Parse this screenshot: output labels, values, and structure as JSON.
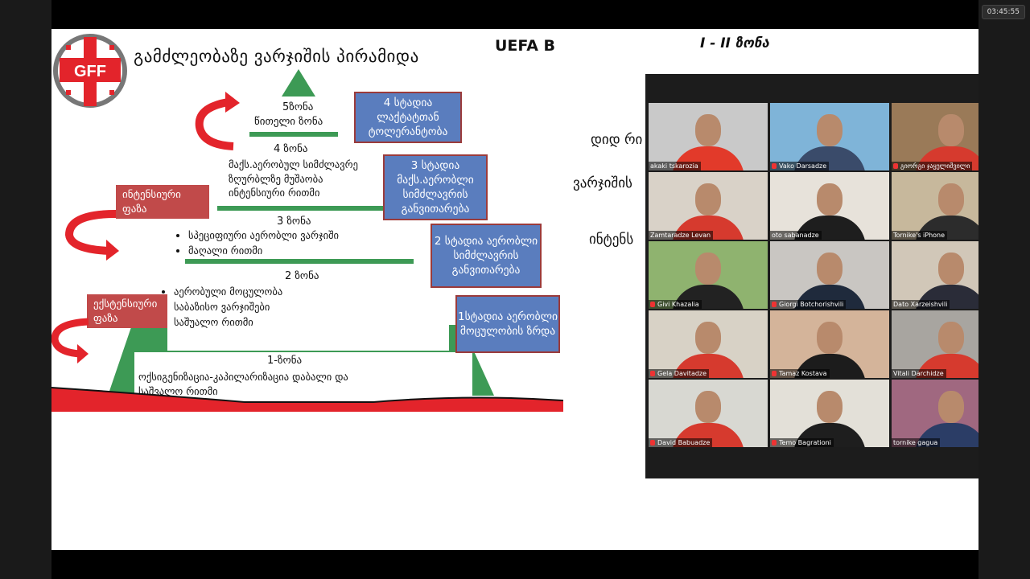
{
  "clock": "03:45:55",
  "slide": {
    "title": "გამძლეობაზე ვარჯიშის პირამიდა",
    "uefa": "UEFA B",
    "logo_text": "GFF",
    "zone5": {
      "label": "5ზონა",
      "sub": "წითელი ზონა"
    },
    "zone4": {
      "label": "4 ზონა",
      "lines": [
        "მაქს.აერობულ სიმძლავრე",
        "ზღურბლზე მუშაობა",
        "ინტენსიური რითმი"
      ]
    },
    "zone3": {
      "label": "3 ზონა",
      "bullets": [
        "სპეციფიური აერობლი ვარჯიში",
        "მაღალი რითმი"
      ]
    },
    "zone2": {
      "label": "2 ზონა",
      "bullets": [
        "აერობული მოცულობა",
        "საბაზისო ვარჯიშები",
        "საშუალო რითმი"
      ]
    },
    "zone1": {
      "label": "1-ზონა",
      "line1": "ოქსიგენიზაცია-კაპილარიზაცია დაბალი და",
      "line2": "საშვალო რითმი"
    },
    "phase_intensive": "ინტენსიური ფაზა",
    "phase_extensive": "ექსტენსიური ფაზა",
    "stage4": "4 სტადია ლაქტატთან ტოლერანტობა",
    "stage3": "3 სტადია მაქს.აერობლი სიმძლავრის განვითარება",
    "stage2": "2 სტადია აერობლი სიმძლავრის განვითარება",
    "stage1": "1სტადია აერობლი მოცულობის ზრდა"
  },
  "right_slide": {
    "title": "I - II ზონა",
    "fragments": [
      "დიდ რი",
      "ვარჯიშის",
      "ინტენს"
    ]
  },
  "participants": [
    {
      "name": "akaki tskarozia",
      "muted": false
    },
    {
      "name": "Vako Darsadze",
      "muted": true
    },
    {
      "name": "გიორგი ჯაყელიშვილი",
      "muted": true
    },
    {
      "name": "Zamtaradze Levan",
      "muted": false
    },
    {
      "name": "oto sabanadze",
      "muted": false
    },
    {
      "name": "Tornike's iPhone",
      "muted": false
    },
    {
      "name": "Givi Khazalia",
      "muted": true
    },
    {
      "name": "Giorgi Botchorishvili",
      "muted": true
    },
    {
      "name": "Dato Xarzeishvili",
      "muted": false
    },
    {
      "name": "Gela Davitadze",
      "muted": true
    },
    {
      "name": "Tamaz Kostava",
      "muted": true
    },
    {
      "name": "Vitali Darchidze",
      "muted": false
    },
    {
      "name": "David Babuadze",
      "muted": true
    },
    {
      "name": "Temo Bagrationi",
      "muted": true
    },
    {
      "name": "tornike gagua",
      "muted": false
    }
  ]
}
